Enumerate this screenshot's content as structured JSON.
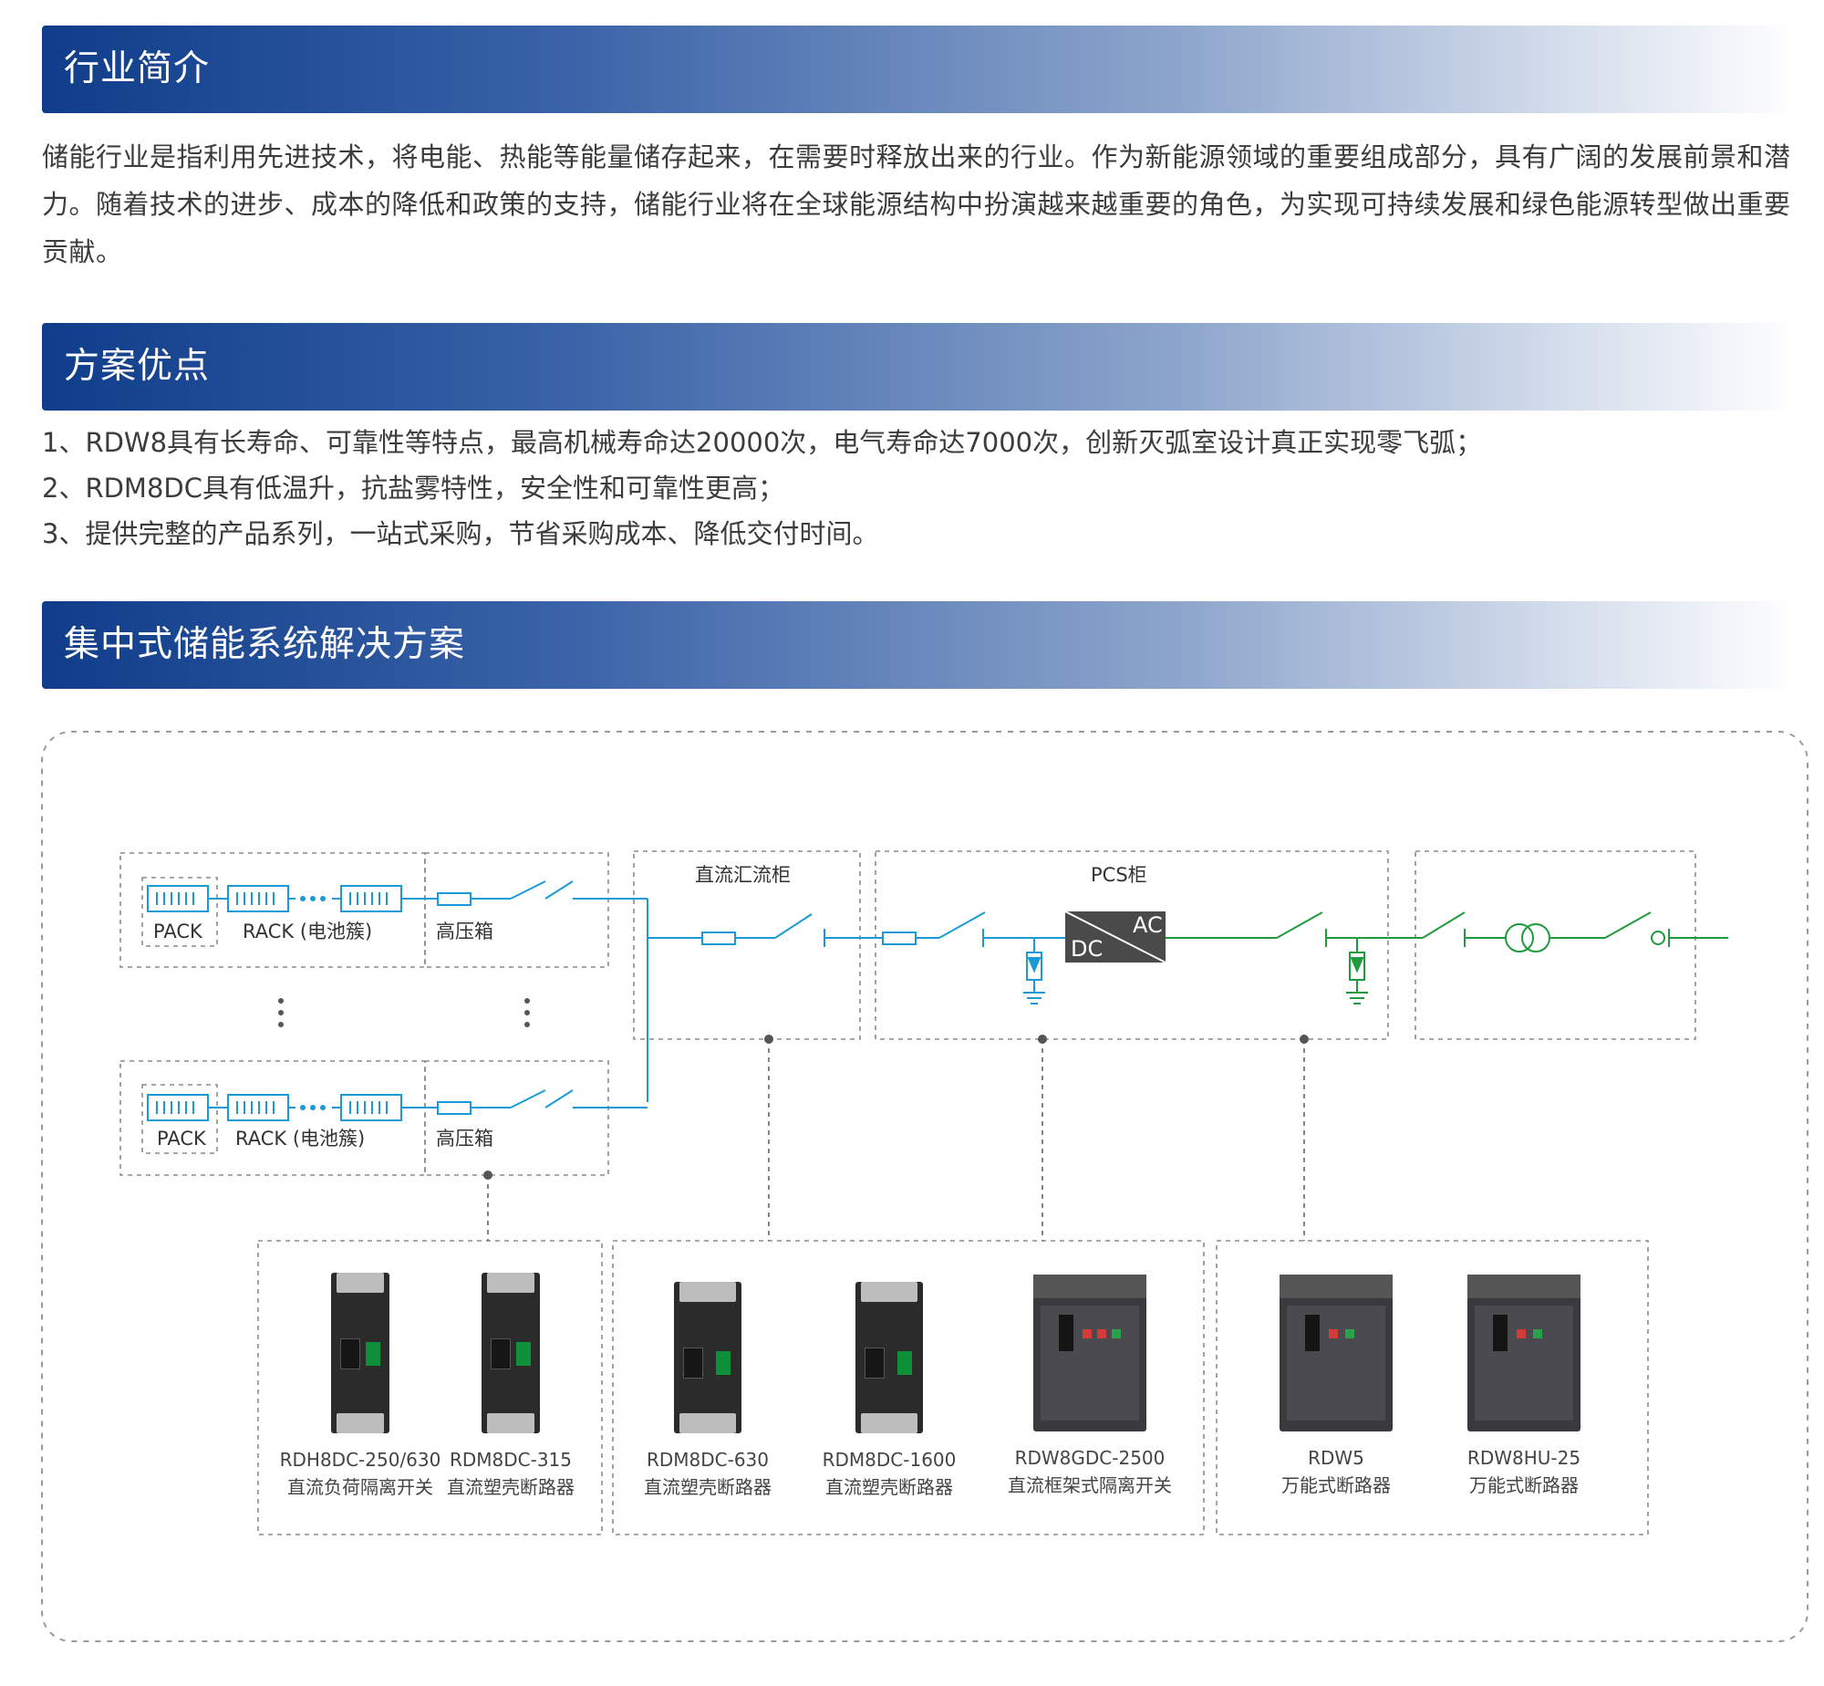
{
  "sections": {
    "intro": {
      "title": "行业简介"
    },
    "advantages": {
      "title": "方案优点"
    },
    "solution": {
      "title": "集中式储能系统解决方案"
    }
  },
  "intro_text": "储能行业是指利用先进技术，将电能、热能等能量储存起来，在需要时释放出来的行业。作为新能源领域的重要组成部分，具有广阔的发展前景和潜力。随着技术的进步、成本的降低和政策的支持，储能行业将在全球能源结构中扮演越来越重要的角色，为实现可持续发展和绿色能源转型做出重要贡献。",
  "advantages": [
    "1、RDW8具有长寿命、可靠性等特点，最高机械寿命达20000次，电气寿命达7000次，创新灭弧室设计真正实现零飞弧；",
    "2、RDM8DC具有低温升，抗盐雾特性，安全性和可靠性更高；",
    "3、提供完整的产品系列，一站式采购，节省采购成本、降低交付时间。"
  ],
  "diagram": {
    "pack_label": "PACK",
    "rack_label": "RACK (电池簇)",
    "hv_box_label": "高压箱",
    "dc_combiner_label": "直流汇流柜",
    "pcs_label": "PCS柜",
    "dc_label": "DC",
    "ac_label": "AC",
    "dc_color": "#1a9ad6",
    "ac_color": "#1f9a3c",
    "border_color": "#8c8c8c"
  },
  "products": [
    {
      "model": "RDH8DC-250/630",
      "name": "直流负荷隔离开关",
      "icon": "mccb-2pole"
    },
    {
      "model": "RDM8DC-315",
      "name": "直流塑壳断路器",
      "icon": "mccb-2pole"
    },
    {
      "model": "RDM8DC-630",
      "name": "直流塑壳断路器",
      "icon": "mccb-2pole"
    },
    {
      "model": "RDM8DC-1600",
      "name": "直流塑壳断路器",
      "icon": "mccb-2pole"
    },
    {
      "model": "RDW8GDC-2500",
      "name": "直流框架式隔离开关",
      "icon": "air-circuit-breaker"
    },
    {
      "model": "RDW5",
      "name": "万能式断路器",
      "icon": "air-circuit-breaker"
    },
    {
      "model": "RDW8HU-25",
      "name": "万能式断路器",
      "icon": "air-circuit-breaker"
    }
  ]
}
